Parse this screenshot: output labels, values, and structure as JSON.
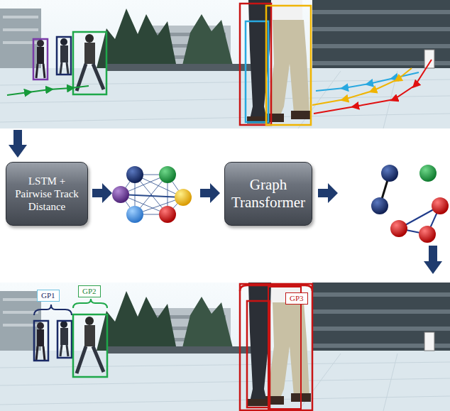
{
  "diagram": {
    "nodes": [
      {
        "text": [
          "LSTM + Pairwise Track Distance"
        ]
      },
      {
        "text": [
          "Graph Transformer"
        ]
      },
      {
        "text": [
          "GP1"
        ]
      },
      {
        "text": [
          "GP2"
        ]
      },
      {
        "text": [
          "GP3"
        ]
      }
    ]
  }
}
